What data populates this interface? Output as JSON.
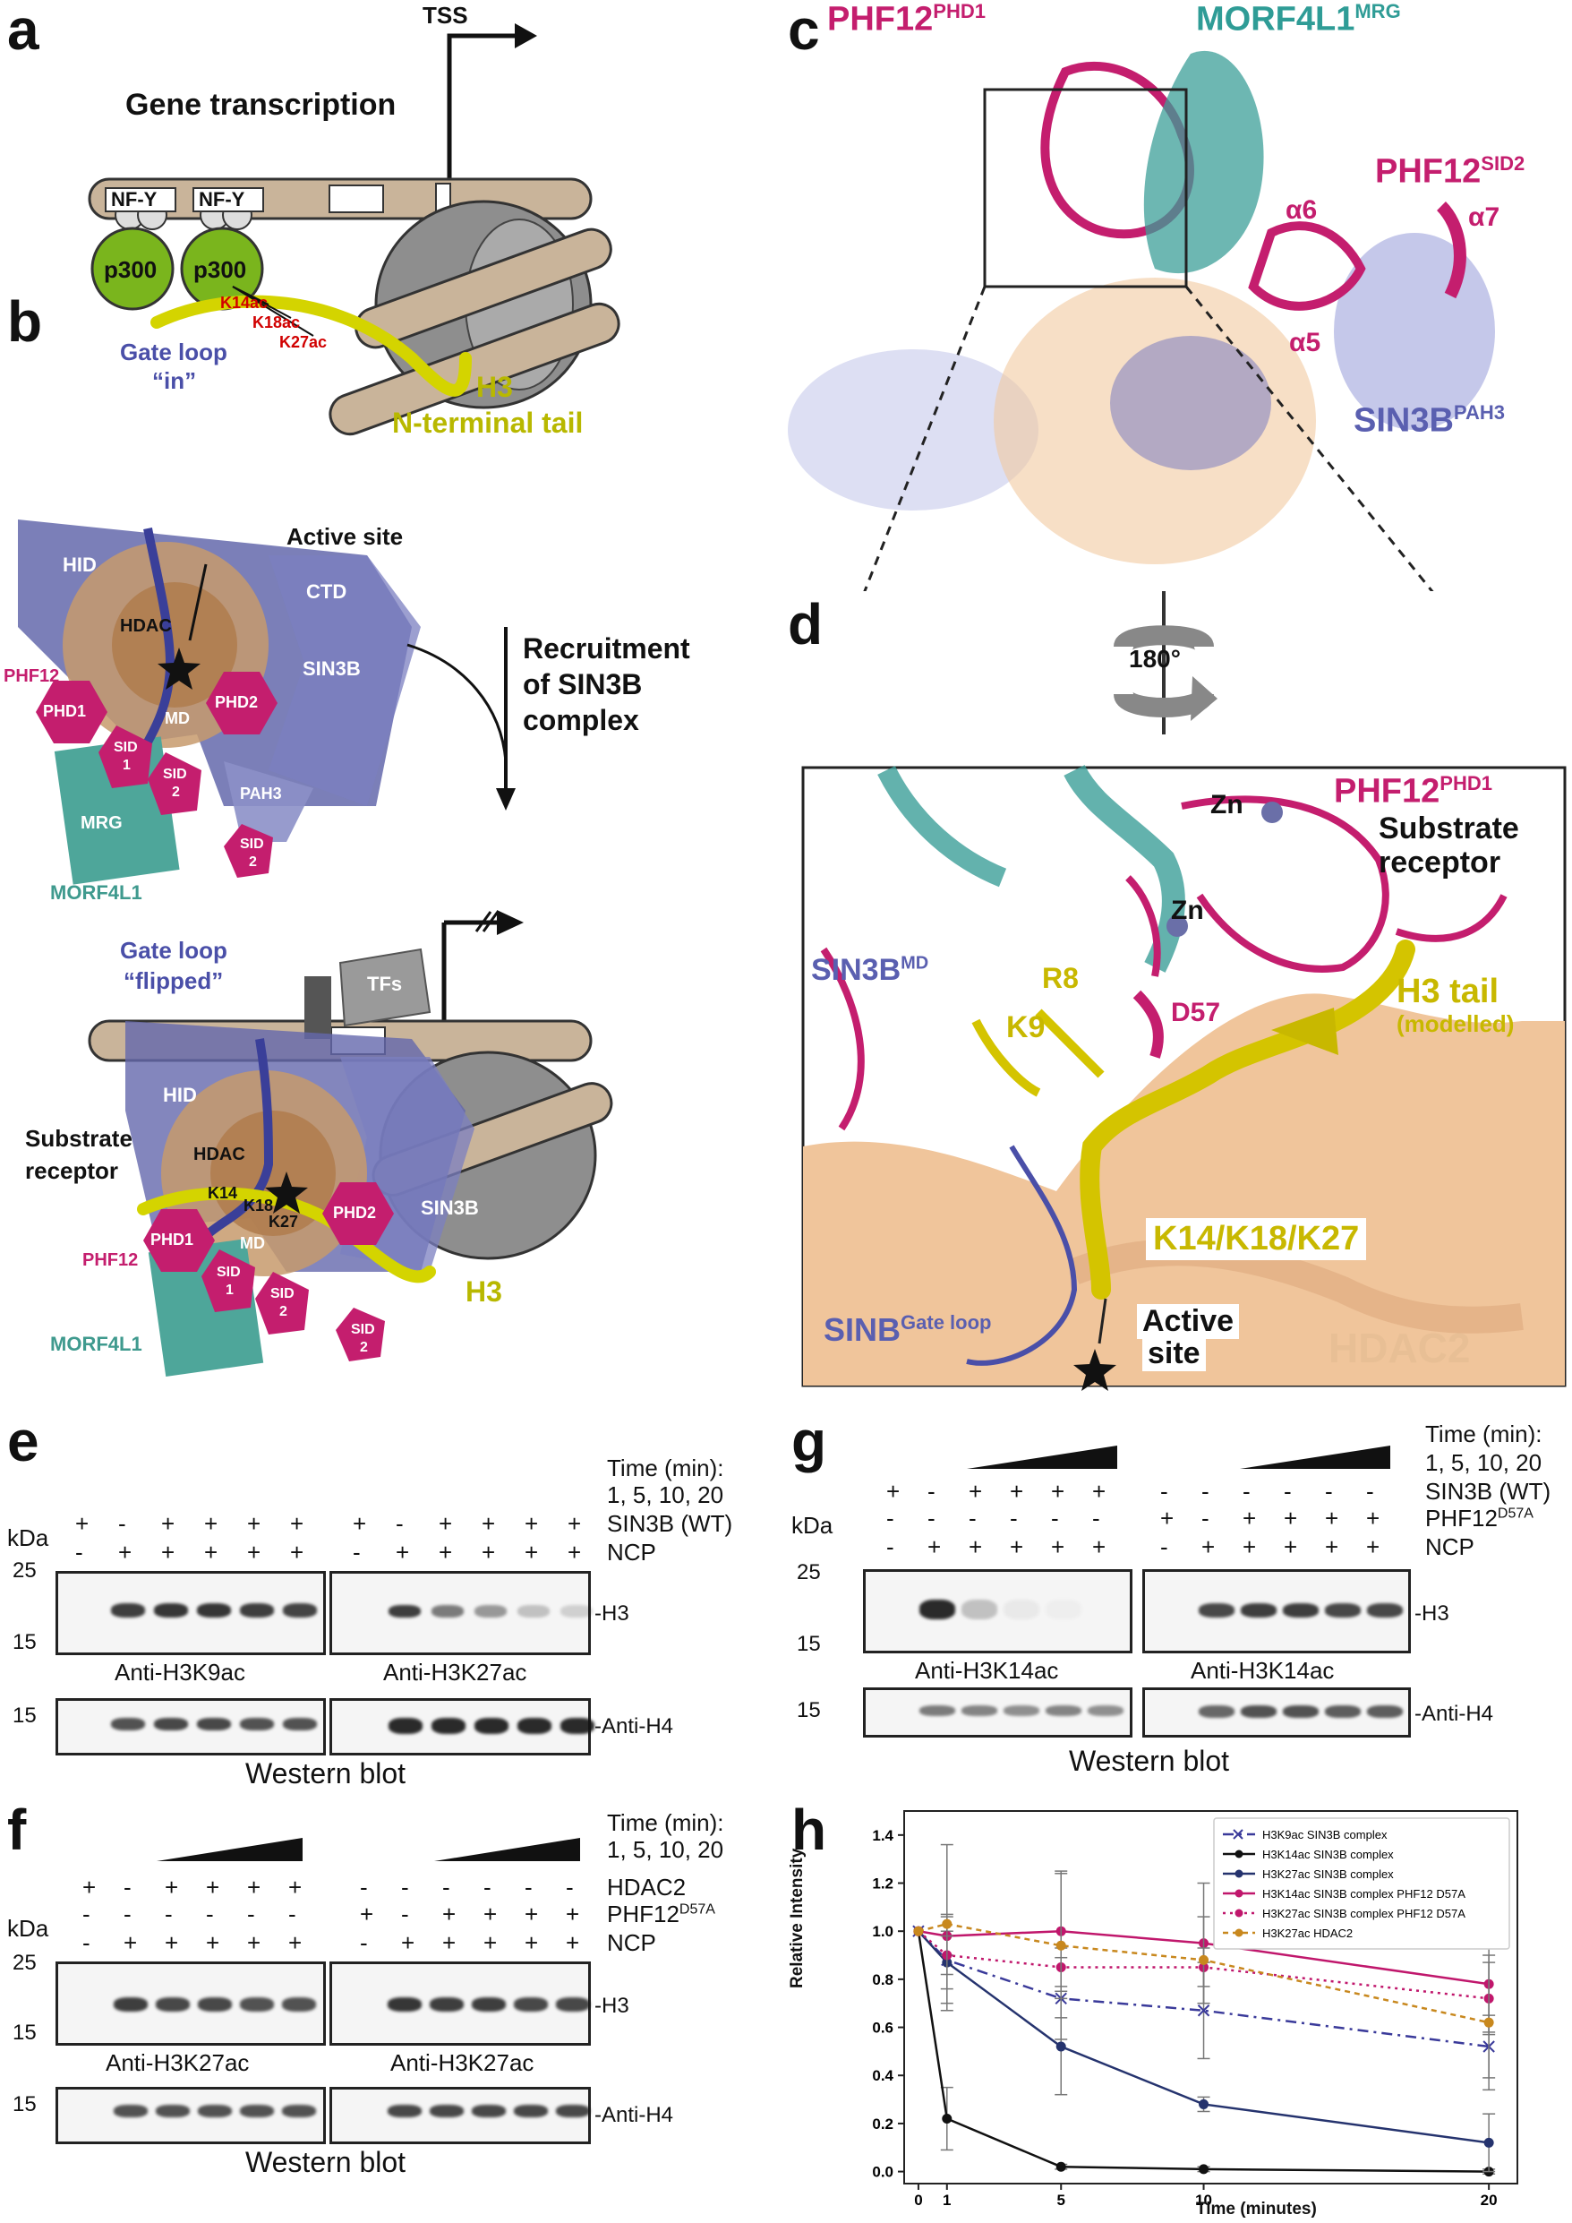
{
  "panels": {
    "a": "a",
    "b": "b",
    "c": "c",
    "d": "d",
    "e": "e",
    "f": "f",
    "g": "g",
    "h": "h"
  },
  "panel_a": {
    "tss": "TSS",
    "gene_transcription": "Gene transcription",
    "nfy": "NF-Y",
    "p300": "p300",
    "k14": "K14ac",
    "k18": "K18ac",
    "k27": "K27ac",
    "h3": "H3",
    "tail": "N-terminal tail"
  },
  "panel_b": {
    "gate_in_1": "Gate loop",
    "gate_in_2": "“in”",
    "active_site": "Active site",
    "hid": "HID",
    "ctd": "CTD",
    "hdac": "HDAC",
    "sin3b": "SIN3B",
    "phf12": "PHF12",
    "phd1": "PHD1",
    "phd2": "PHD2",
    "md": "MD",
    "sid": "SID",
    "one": "1",
    "two": "2",
    "pah3": "PAH3",
    "mrg": "MRG",
    "morf": "MORF4L1",
    "recruit_1": "Recruitment",
    "recruit_2": "of SIN3B",
    "recruit_3": "complex",
    "gate_flip_1": "Gate loop",
    "gate_flip_2": "“flipped”",
    "tfs": "TFs",
    "substrate_1": "Substrate",
    "substrate_2": "receptor",
    "k14": "K14",
    "k18": "K18",
    "k27": "K27",
    "h3": "H3"
  },
  "panel_c": {
    "phf12": "PHF12",
    "phf12_sup": "PHD1",
    "morf": "MORF4L1",
    "morf_sup": "MRG",
    "phf12b": "PHF12",
    "phf12b_sup": "SID2",
    "a5": "α5",
    "a6": "α6",
    "a7": "α7",
    "sin3b": "SIN3B",
    "sin3b_sup": "PAH3"
  },
  "panel_d": {
    "rot": "180°",
    "phf12": "PHF12",
    "phf12_sup": "PHD1",
    "sub1": "Substrate",
    "sub2": "receptor",
    "zn": "Zn",
    "sin3b": "SIN3B",
    "sin3b_sup": "MD",
    "r8": "R8",
    "k9": "K9",
    "d57": "D57",
    "h3tail": "H3 tail",
    "modelled": "(modelled)",
    "klys": "K14/K18/K27",
    "sinb": "SINB",
    "sinb_sup": "Gate loop",
    "active1": "Active",
    "active2": "site",
    "hdac2": "HDAC2"
  },
  "panel_e": {
    "time1": "Time (min):",
    "time2": "1, 5, 10, 20",
    "row1": [
      "+",
      "-",
      "+",
      "+",
      "+",
      "+"
    ],
    "row2": [
      "-",
      "+",
      "+",
      "+",
      "+",
      "+"
    ],
    "row1_label": "SIN3B (WT)",
    "row2_label": "NCP",
    "kda": "kDa",
    "m25": "25",
    "m15": "15",
    "m15b": "15",
    "ab_left": "Anti-H3K9ac",
    "ab_right": "Anti-H3K27ac",
    "h3": "-H3",
    "h4": "-Anti-H4",
    "wb": "Western blot",
    "h3_left": [
      0,
      0.9,
      0.95,
      0.95,
      0.9,
      0.88
    ],
    "h3_right": [
      0,
      0.9,
      0.6,
      0.45,
      0.25,
      0.18
    ],
    "h4_left": [
      0,
      0.8,
      0.85,
      0.85,
      0.8,
      0.8
    ],
    "h4_right": [
      0,
      1,
      1,
      1,
      1,
      1
    ]
  },
  "panel_f": {
    "time1": "Time (min):",
    "time2": "1, 5, 10, 20",
    "row1_left": [
      "+",
      "-",
      "+",
      "+",
      "+",
      "+"
    ],
    "row2_left": [
      "-",
      "-",
      "-",
      "-",
      "-",
      "-"
    ],
    "row3_left": [
      "-",
      "+",
      "+",
      "+",
      "+",
      "+"
    ],
    "row1_right": [
      "-",
      "-",
      "-",
      "-",
      "-",
      "-"
    ],
    "row2_right": [
      "+",
      "-",
      "+",
      "+",
      "+",
      "+"
    ],
    "row3_right": [
      "-",
      "+",
      "+",
      "+",
      "+",
      "+"
    ],
    "row1_label": "HDAC2",
    "row2_label": "PHF12",
    "row2_sup": "D57A",
    "row3_label": "NCP",
    "kda": "kDa",
    "m25": "25",
    "m15": "15",
    "m15b": "15",
    "ab_left": "Anti-H3K27ac",
    "ab_right": "Anti-H3K27ac",
    "h3": "-H3",
    "h4": "-Anti-H4",
    "wb": "Western blot",
    "h3_left": [
      0,
      0.9,
      0.85,
      0.85,
      0.8,
      0.8
    ],
    "h3_right": [
      0,
      0.95,
      0.9,
      0.9,
      0.85,
      0.85
    ],
    "h4_left": [
      0,
      0.8,
      0.8,
      0.8,
      0.8,
      0.8
    ],
    "h4_right": [
      0,
      0.85,
      0.85,
      0.85,
      0.85,
      0.85
    ]
  },
  "panel_g": {
    "time1": "Time (min):",
    "time2": "1, 5, 10, 20",
    "row1_left": [
      "+",
      "-",
      "+",
      "+",
      "+",
      "+"
    ],
    "row2_left": [
      "-",
      "-",
      "-",
      "-",
      "-",
      "-"
    ],
    "row3_left": [
      "-",
      "+",
      "+",
      "+",
      "+",
      "+"
    ],
    "row1_right": [
      "-",
      "-",
      "-",
      "-",
      "-",
      "-"
    ],
    "row2_right": [
      "+",
      "-",
      "+",
      "+",
      "+",
      "+"
    ],
    "row3_right": [
      "-",
      "+",
      "+",
      "+",
      "+",
      "+"
    ],
    "row1_label": "SIN3B (WT)",
    "row2_label": "PHF12",
    "row2_sup": "D57A",
    "row3_label": "NCP",
    "kda": "kDa",
    "m25": "25",
    "m15": "15",
    "m15b": "15",
    "ab_left": "Anti-H3K14ac",
    "ab_right": "Anti-H3K14ac",
    "h3": "-H3",
    "h4": "-Anti-H4",
    "wb": "Western blot",
    "h3_left": [
      0,
      1,
      0.25,
      0.05,
      0.03,
      0
    ],
    "h3_right": [
      0,
      0.85,
      0.9,
      0.9,
      0.85,
      0.85
    ],
    "h4_left": [
      0,
      0.6,
      0.55,
      0.5,
      0.55,
      0.5
    ],
    "h4_right": [
      0,
      0.7,
      0.8,
      0.8,
      0.75,
      0.75
    ]
  },
  "chart_data": {
    "type": "line",
    "title": "",
    "xlabel": "Time (minutes)",
    "ylabel": "Relative Intensity",
    "x": [
      0,
      1,
      5,
      10,
      20
    ],
    "xticks": [
      0,
      1,
      5,
      10,
      20
    ],
    "yticks": [
      0.0,
      0.2,
      0.4,
      0.6,
      0.8,
      1.0,
      1.2,
      1.4
    ],
    "xlim": [
      -0.5,
      21
    ],
    "ylim": [
      -0.05,
      1.5
    ],
    "legend_position": "top-right",
    "grid": false,
    "series": [
      {
        "name": "H3K9ac  SIN3B complex",
        "values": [
          1.0,
          0.88,
          0.72,
          0.67,
          0.52
        ],
        "errors": [
          0,
          0.12,
          0.17,
          0.2,
          0.13
        ],
        "color": "#3a3a9a",
        "dash": "12,6,3,6",
        "marker": "x"
      },
      {
        "name": "H3K14ac SIN3B complex",
        "values": [
          1.0,
          0.22,
          0.02,
          0.01,
          0.0
        ],
        "errors": [
          0,
          0.13,
          0.01,
          0.01,
          0.01
        ],
        "color": "#111111",
        "dash": "",
        "marker": "o"
      },
      {
        "name": "H3K27ac SIN3B complex",
        "values": [
          1.0,
          0.87,
          0.52,
          0.28,
          0.12
        ],
        "errors": [
          0,
          0.2,
          0.2,
          0.03,
          0.12
        ],
        "color": "#25336e",
        "dash": "",
        "marker": "o"
      },
      {
        "name": "H3K14ac SIN3B complex PHF12 D57A",
        "values": [
          1.0,
          0.98,
          1.0,
          0.95,
          0.78
        ],
        "errors": [
          0,
          0.08,
          0.25,
          0.25,
          0.2
        ],
        "color": "#c0176c",
        "dash": "",
        "marker": "o"
      },
      {
        "name": "H3K27ac SIN3B complex PHF12 D57A",
        "values": [
          1.0,
          0.9,
          0.85,
          0.85,
          0.72
        ],
        "errors": [
          0,
          0.08,
          0.08,
          0.08,
          0.15
        ],
        "color": "#c0176c",
        "dash": "3,5",
        "marker": "o"
      },
      {
        "name": "H3K27ac HDAC2",
        "values": [
          1.0,
          1.03,
          0.94,
          0.88,
          0.62
        ],
        "errors": [
          0,
          0.33,
          0.3,
          0.18,
          0.28
        ],
        "color": "#c8881e",
        "dash": "6,5",
        "marker": "o"
      }
    ]
  }
}
